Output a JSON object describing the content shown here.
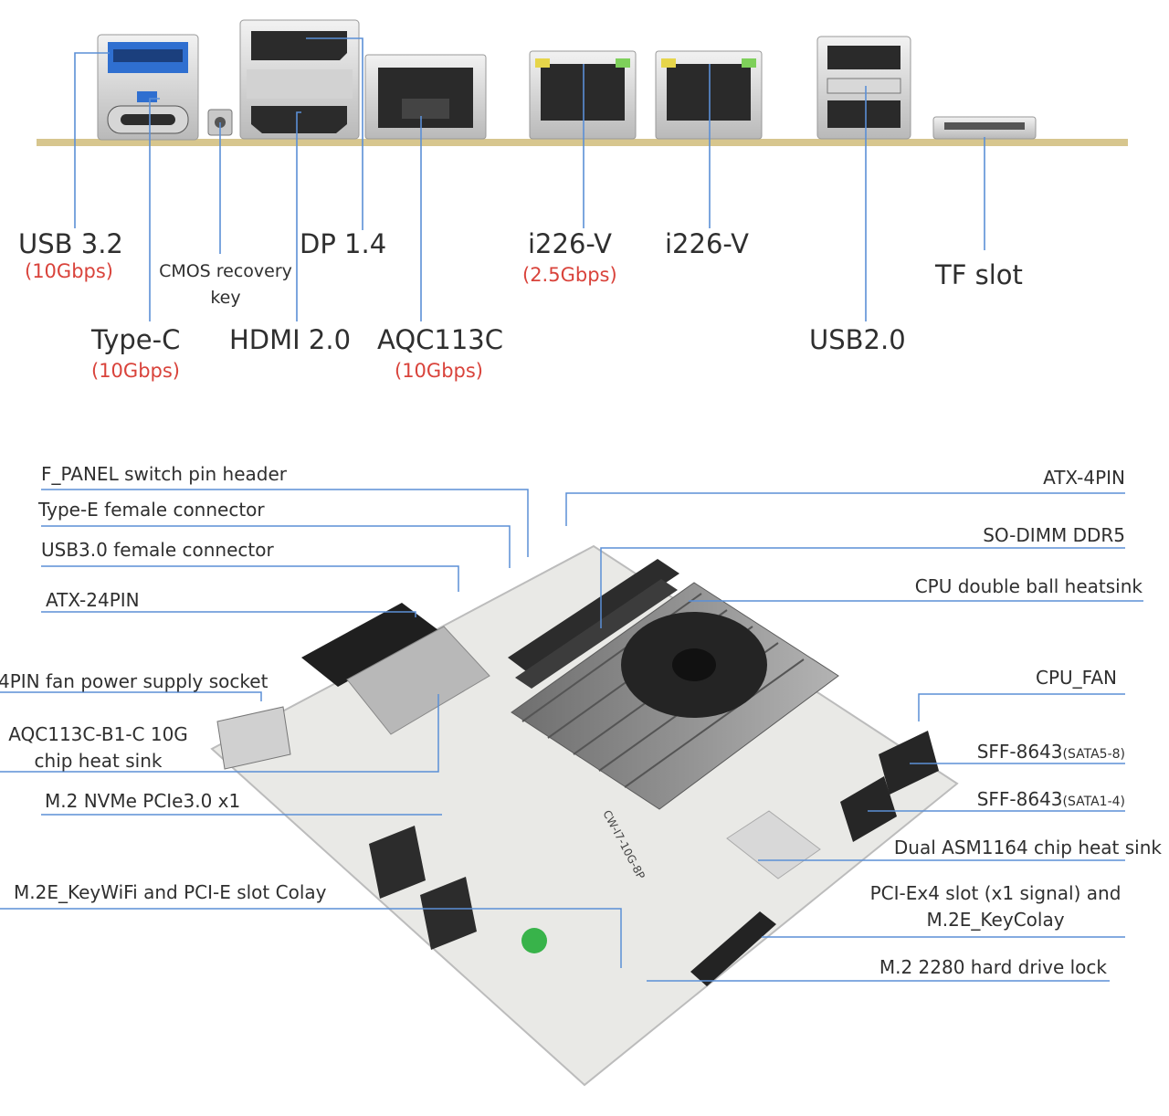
{
  "theme": {
    "leader_color": "#5b8fd6",
    "speed_color": "#d9433b",
    "board_color": "#e9e9e6",
    "heatsink_color": "#8a8a8a",
    "fan_color": "#2a2a2a",
    "strip_color": "#d7c68e"
  },
  "top_panel": {
    "labels": {
      "usb32": "USB 3.2",
      "usb32_speed": "(10Gbps)",
      "cmos": "CMOS recovery",
      "cmos2": "key",
      "dp": "DP 1.4",
      "i226_a": "i226-V",
      "i226_a_speed": "(2.5Gbps)",
      "i226_b": "i226-V",
      "tf": "TF slot",
      "typec": "Type-C",
      "typec_speed": "(10Gbps)",
      "hdmi": "HDMI 2.0",
      "aqc": "AQC113C",
      "aqc_speed": "(10Gbps)",
      "usb20": "USB2.0"
    }
  },
  "bottom_panel": {
    "left_labels": {
      "fpanel": "F_PANEL switch pin header",
      "type_e": "Type-E female connector",
      "usb30": "USB3.0 female connector",
      "atx24": "ATX-24PIN",
      "fan4pin": "4PIN fan power supply socket",
      "aqc_hs_1": "AQC113C-B1-C 10G",
      "aqc_hs_2": "chip heat sink",
      "nvme": "M.2 NVMe PCIe3.0 x1",
      "m2e": "M.2E_KeyWiFi and PCI-E slot Colay"
    },
    "right_labels": {
      "atx4": "ATX-4PIN",
      "sodimm": "SO-DIMM DDR5",
      "cpu_hs": "CPU double ball heatsink",
      "cpu_fan": "CPU_FAN",
      "sff_a": "SFF-8643",
      "sff_a_sub": "(SATA5-8)",
      "sff_b": "SFF-8643",
      "sff_b_sub": "(SATA1-4)",
      "asm": "Dual ASM1164 chip heat sink",
      "pcie_1": "PCI-Ex4 slot (x1 signal) and",
      "pcie_2": "M.2E_KeyColay",
      "m2lock": "M.2 2280 hard drive lock"
    },
    "board_text": "CW-I7-10G-8P"
  }
}
